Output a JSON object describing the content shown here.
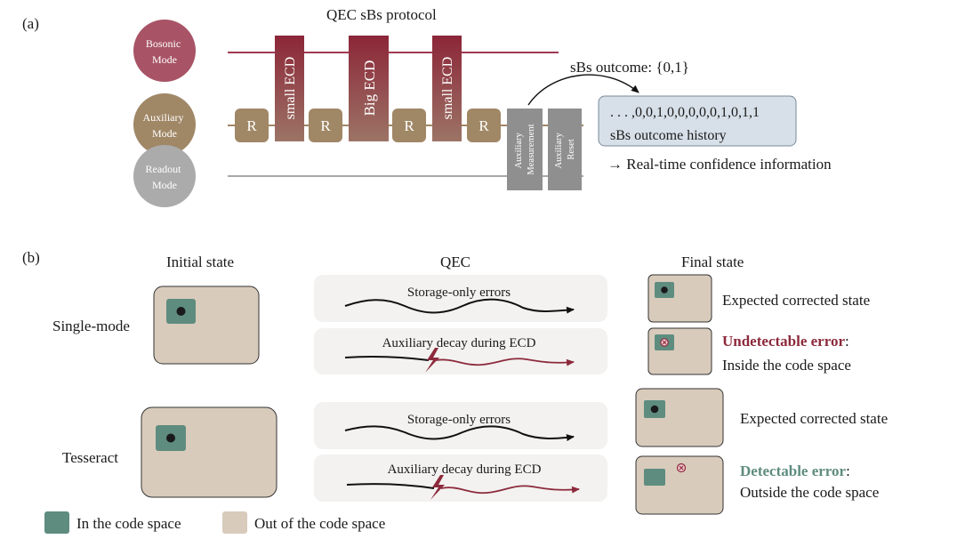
{
  "colors": {
    "bosonic": "#a85466",
    "auxiliary": "#a08766",
    "readout": "#ababab",
    "gate_r": "#a08766",
    "gate_ecd_top": "#8c2638",
    "gate_ecd_bottom": "#9c7466",
    "meas_gate": "#8f8f8f",
    "code_space": "#5e8c7f",
    "out_of_code": "#d8cbbb",
    "undetectable": "#8c2a3c",
    "detectable": "#5e8c7f",
    "outcome_box": "#d7e0e8",
    "panel_bg": "#f3f2f0"
  },
  "panel_a": {
    "label": "(a)",
    "title": "QEC sBs protocol",
    "modes": {
      "bosonic": [
        "Bosonic",
        "Mode"
      ],
      "auxiliary": [
        "Auxiliary",
        "Mode"
      ],
      "readout": [
        "Readout",
        "Mode"
      ]
    },
    "gates": {
      "r": "R",
      "small_ecd": "small ECD",
      "big_ecd": "Big ECD",
      "aux_measurement": [
        "Auxiliary",
        "Measurement"
      ],
      "aux_reset": [
        "Auxiliary",
        "Reset"
      ]
    },
    "outcome_label": "sBs outcome: {0,1}",
    "history_values": ". . . ,0,0,1,0,0,0,0,0,1,0,1,1",
    "history_label": "sBs outcome history",
    "confidence": "→ Real-time confidence information"
  },
  "panel_b": {
    "label": "(b)",
    "col_initial": "Initial state",
    "col_qec": "QEC",
    "col_final": "Final state",
    "rows": {
      "single_mode": "Single-mode",
      "tesseract": "Tesseract"
    },
    "storage_errors": "Storage-only errors",
    "aux_decay": "Auxiliary decay during ECD",
    "expected": "Expected corrected state",
    "undetectable_bold": "Undetectable error",
    "undetectable_rest": ":",
    "undetectable_sub": "Inside the code space",
    "detectable_bold": "Detectable error",
    "detectable_rest": ":",
    "detectable_sub": "Outside the code space",
    "legend_in": "In the code space",
    "legend_out": "Out of the code space"
  }
}
